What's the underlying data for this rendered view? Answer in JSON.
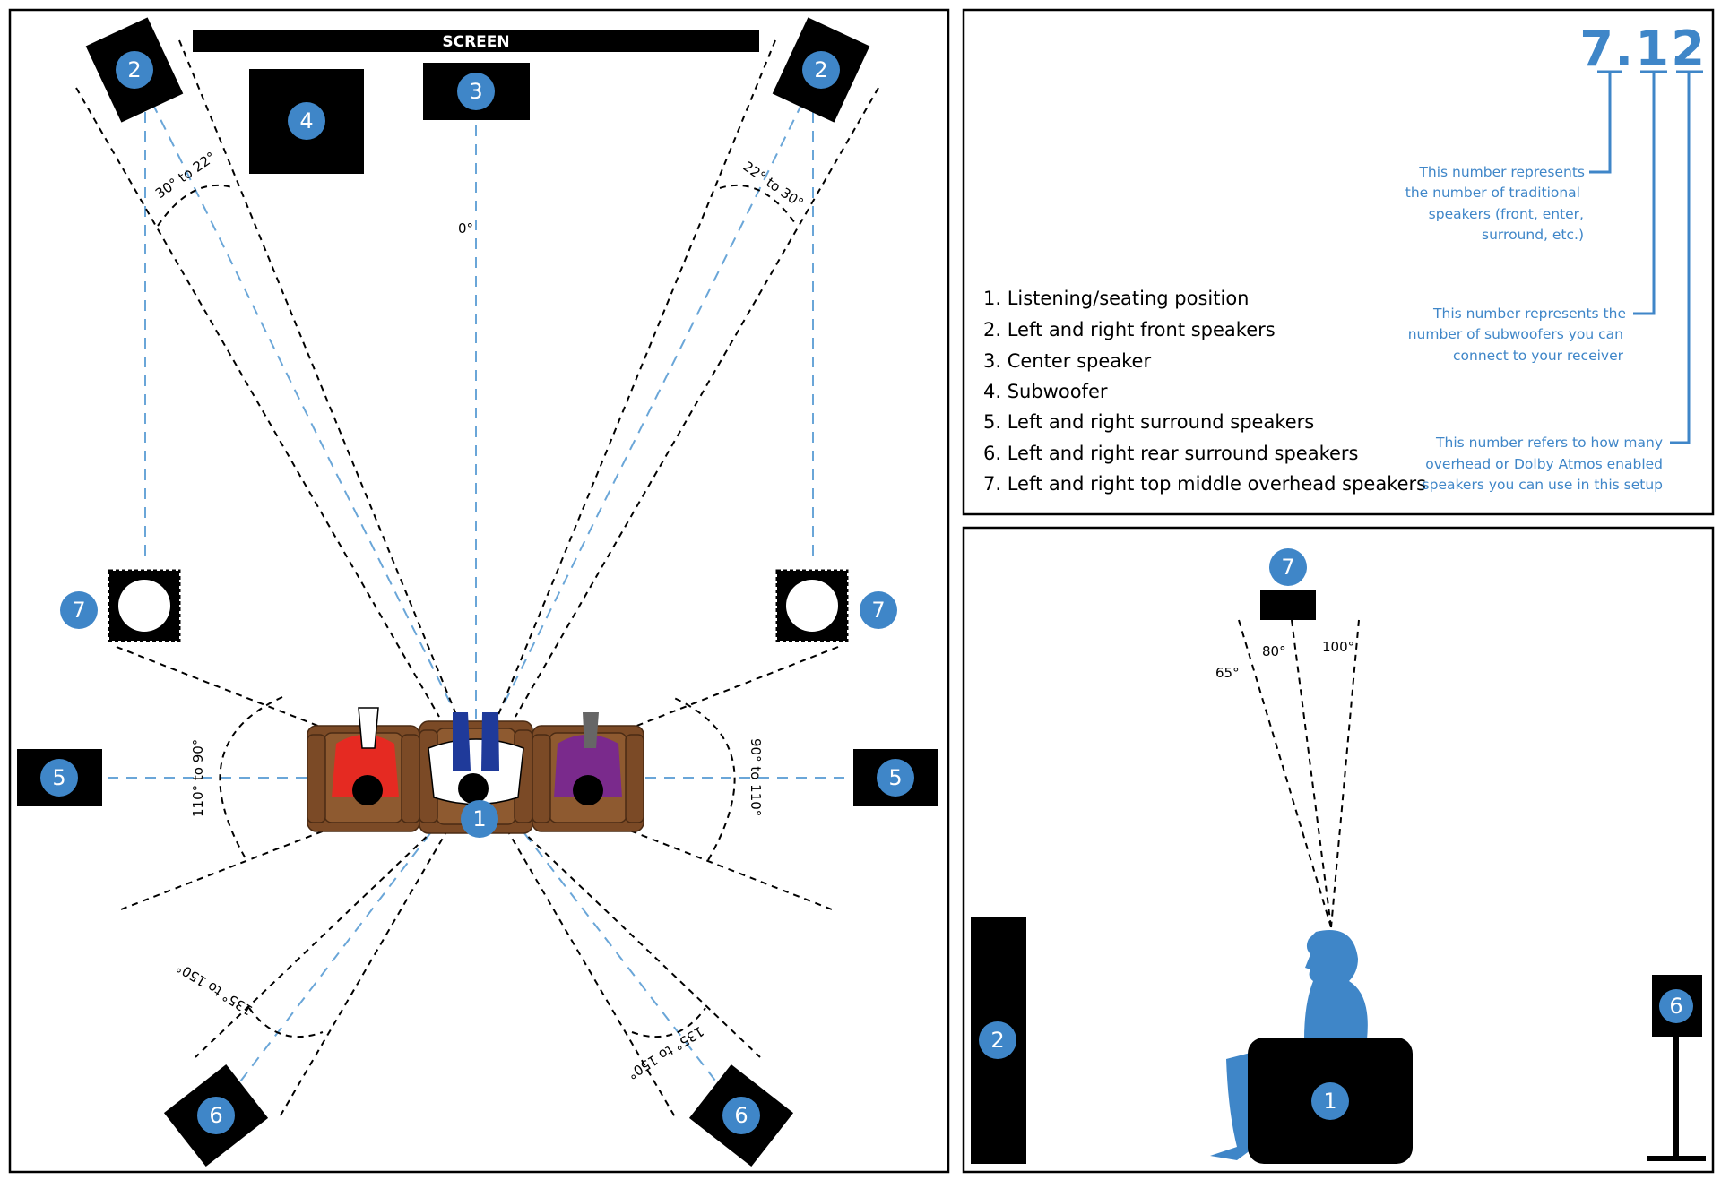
{
  "screen_label": "SCREEN",
  "badges": {
    "front_left": "2",
    "front_right": "2",
    "center": "3",
    "subwoofer": "4",
    "overhead_left": "7",
    "overhead_right": "7",
    "surround_left": "5",
    "surround_right": "5",
    "rear_left": "6",
    "rear_right": "6",
    "listener": "1",
    "side_overhead": "7",
    "side_front": "2",
    "side_rear": "6",
    "side_listener": "1"
  },
  "angles": {
    "center": "0°",
    "front_left": "30° to 22°",
    "front_right": "22° to 30°",
    "surround_left": "110° to 90°",
    "surround_right": "90° to 110°",
    "rear_left": "135° to 150°",
    "rear_right": "135° to 150°",
    "overhead_1": "65°",
    "overhead_2": "80°",
    "overhead_3": "100°"
  },
  "legend": [
    "1. Listening/seating position",
    "2. Left and right front speakers",
    "3. Center speaker",
    "4. Subwoofer",
    "5. Left and right surround speakers",
    "6. Left and right rear surround speakers",
    "7. Left and right top middle overhead speakers"
  ],
  "config": {
    "part1": "7",
    "dot1": ".",
    "part2": "1",
    "dot2": ".",
    "part3": "2"
  },
  "notes": {
    "first": [
      "This number represents",
      "the number of traditional",
      "speakers (front, enter,",
      "surround, etc.)"
    ],
    "second": [
      "This number represents the",
      "number of subwoofers you can",
      "connect to your receiver"
    ],
    "third": [
      "This number refers to how many",
      "overhead or Dolby Atmos enabled",
      "speakers you can use in this setup"
    ]
  },
  "colors": {
    "accent": "#3f86c8",
    "guide_line": "#6aa6d8",
    "speaker": "#000000",
    "chair": "#7b4a26"
  }
}
